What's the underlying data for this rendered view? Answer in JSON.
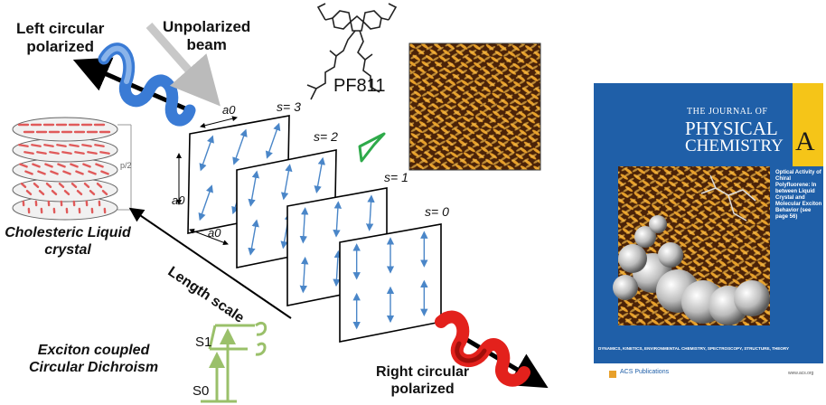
{
  "labels": {
    "left_circular": "Left circular\npolarized",
    "unpolarized": "Unpolarized\nbeam",
    "cholesteric": "Cholesteric Liquid\ncrystal",
    "length_scale": "Length scale",
    "exciton": "Exciton coupled\nCircular Dichroism",
    "right_circular": "Right circular\npolarized",
    "polymer": "PF811",
    "pitch": "p/2",
    "s1_state": "S1",
    "s0_state": "S0",
    "a0": "a0",
    "s_labels": [
      "s= 3",
      "s= 2",
      "s= 1",
      "s= 0"
    ]
  },
  "journal": {
    "title_line1": "THE JOURNAL OF",
    "title_line2": "PHYSICAL",
    "title_line3": "CHEMISTRY",
    "letter": "A",
    "sidebar_text": "Optical Activity of Chiral Polyfluorene: In between Liquid Crystal and Molecular Exciton Behavior (see page 56)",
    "bottom_strip": "DYNAMICS, KINETICS, ENVIRONMENTAL CHEMISTRY, SPECTROSCOPY, STRUCTURE, THEORY",
    "publisher": "ACS Publications",
    "website": "www.acs.org"
  },
  "colors": {
    "left_helix": "#3a7bd5",
    "right_helix": "#e3211c",
    "arrow_blue": "#4a86c8",
    "exciton_green": "#9ac06a",
    "check_green": "#2eaa4a",
    "cover_blue": "#1f5fa8",
    "cover_yellow": "#f5c518",
    "lc_red": "#e05a5a"
  }
}
